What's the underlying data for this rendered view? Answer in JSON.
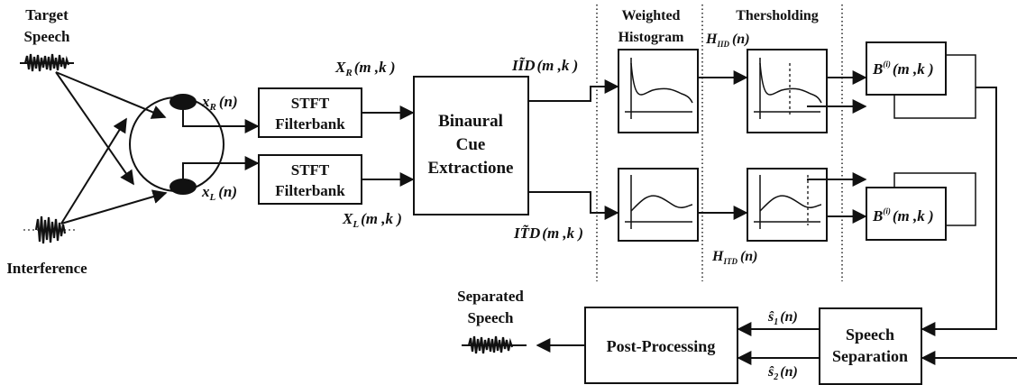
{
  "labels": {
    "target_line1": "Target",
    "target_line2": "Speech",
    "interference": "Interference",
    "xr": "x",
    "xr_sub": "R",
    "xr_arg": "(n)",
    "xl": "x",
    "xl_sub": "L",
    "xl_arg": "(n)",
    "XR": "X",
    "XR_sub": "R",
    "XR_arg": "(m ,k )",
    "XL": "X",
    "XL_sub": "L",
    "XL_arg": "(m ,k )",
    "stft1_line1": "STFT",
    "stft1_line2": "Filterbank",
    "stft2_line1": "STFT",
    "stft2_line2": "Filterbank",
    "binaural_line1": "Binaural",
    "binaural_line2": "Cue",
    "binaural_line3": "Extractione",
    "iid": "IĨD",
    "iid_arg": "(m ,k )",
    "itd": "IT̃D",
    "itd_arg": "(m ,k )",
    "weighted_line1": "Weighted",
    "weighted_line2": "Histogram",
    "thresholding": "Thersholding",
    "h_iid": "H",
    "h_iid_sub": "IID",
    "h_iid_arg": "(n)",
    "h_itd": "H",
    "h_itd_sub": "ITD",
    "h_itd_arg": "(n)",
    "b_top": "B",
    "b_top_sup": "(i)",
    "b_top_arg": "(m ,k )",
    "b_bot": "B",
    "b_bot_sup": "(i)",
    "b_bot_arg": "(m ,k )",
    "separated_line1": "Separated",
    "separated_line2": "Speech",
    "post_processing": "Post-Processing",
    "speech_sep_line1": "Speech",
    "speech_sep_line2": "Separation",
    "s1": "ŝ",
    "s1_sub": "1",
    "s1_arg": "(n)",
    "s2": "ŝ",
    "s2_sub": "2",
    "s2_arg": "(n)"
  }
}
